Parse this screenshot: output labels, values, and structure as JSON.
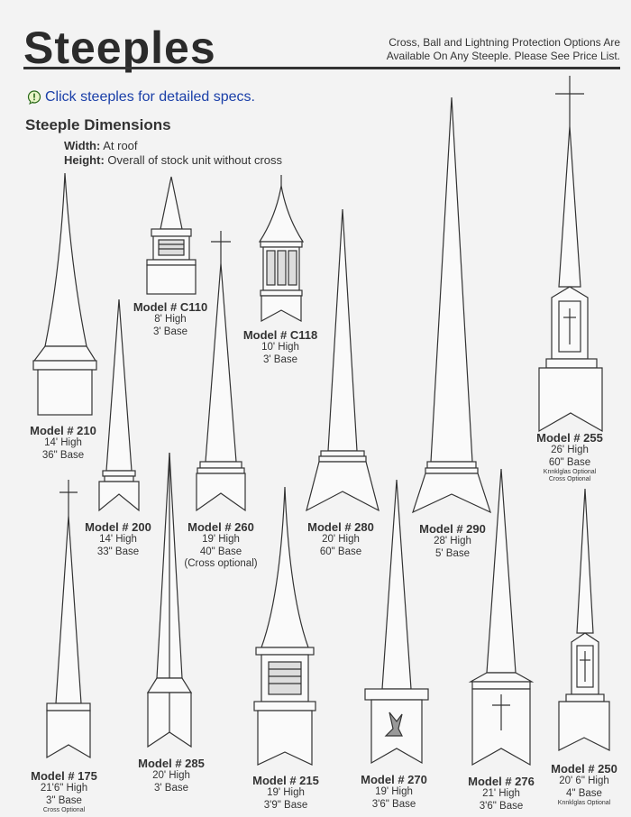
{
  "header": {
    "title": "Steeples",
    "note_line1": "Cross, Ball and Lightning Protection Options Are",
    "note_line2": "Available On Any Steeple. Please See Price List.",
    "click_text": "Click steeples for detailed specs."
  },
  "dimensions": {
    "heading": "Steeple Dimensions",
    "width_label": "Width:",
    "width_value": "At roof",
    "height_label": "Height:",
    "height_value": "Overall of stock unit without cross"
  },
  "steeples": [
    {
      "model": "Model # C110",
      "l1": "8' High",
      "l2": "3' Base",
      "l3": ""
    },
    {
      "model": "Model # C118",
      "l1": "10' High",
      "l2": "3' Base",
      "l3": ""
    },
    {
      "model": "Model # 210",
      "l1": "14' High",
      "l2": "36\" Base",
      "l3": ""
    },
    {
      "model": "Model # 200",
      "l1": "14' High",
      "l2": "33\" Base",
      "l3": ""
    },
    {
      "model": "Model # 260",
      "l1": "19' High",
      "l2": "40\" Base",
      "l3": "(Cross optional)"
    },
    {
      "model": "Model # 280",
      "l1": "20' High",
      "l2": "60\" Base",
      "l3": ""
    },
    {
      "model": "Model # 290",
      "l1": "28' High",
      "l2": "5' Base",
      "l3": ""
    },
    {
      "model": "Model # 255",
      "l1": "26' High",
      "l2": "60\" Base",
      "l3": "Knnklglas Optional",
      "l4": "Cross Optional"
    },
    {
      "model": "Model # 175",
      "l1": "21'6\" High",
      "l2": "3\" Base",
      "l3": "Cross Optional"
    },
    {
      "model": "Model # 285",
      "l1": "20' High",
      "l2": "3' Base",
      "l3": ""
    },
    {
      "model": "Model # 215",
      "l1": "19' High",
      "l2": "3'9\" Base",
      "l3": ""
    },
    {
      "model": "Model # 270",
      "l1": "19' High",
      "l2": "3'6\" Base",
      "l3": ""
    },
    {
      "model": "Model # 276",
      "l1": "21' High",
      "l2": "3'6\" Base",
      "l3": ""
    },
    {
      "model": "Model # 250",
      "l1": "20' 6\" High",
      "l2": "4\" Base",
      "l3": "Knnklglas Optional"
    }
  ]
}
